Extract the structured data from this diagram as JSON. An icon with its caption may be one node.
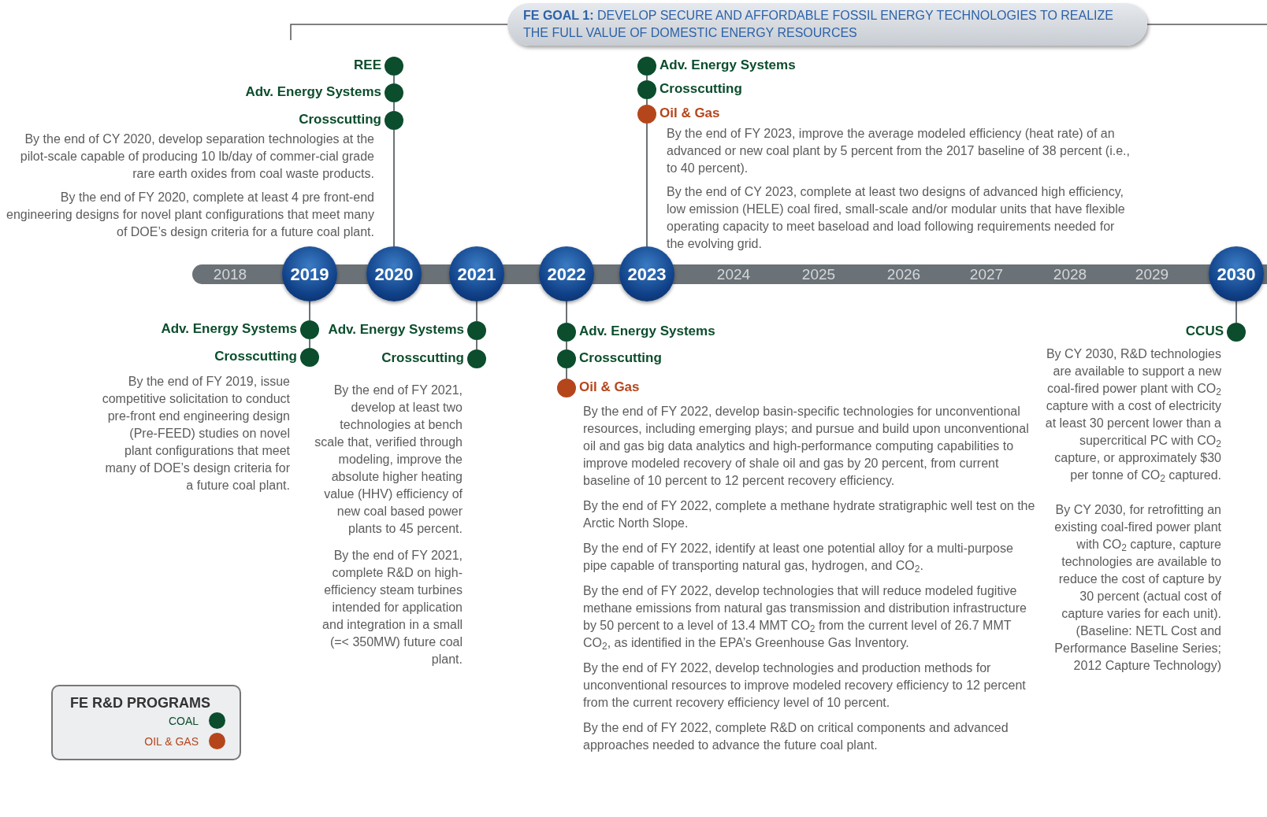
{
  "diagram": {
    "title": "**FE GOAL 1:** DEVELOP SECURE AND AFFORDABLE FOSSIL ENERGY TECHNOLOGIES TO REALIZE THE FULL VALUE OF DOMESTIC ENERGY RESOURCES",
    "nodes": [
      {
        "text": [],
        "shape": "circle",
        "beside": [
          "REE"
        ]
      },
      {
        "text": [],
        "shape": "circle",
        "beside": [
          "Adv. Energy Systems"
        ]
      },
      {
        "text": [],
        "shape": "circle",
        "beside": [
          "Crosscutting",
          "By the end of CY 2020, develop separation technologies at the pilot-scale capable of producing 10 lb/day of commer-cial grade rare earth oxides from coal waste products.",
          "By the end of FY 2020, complete at least 4 pre front-end engineering designs for novel plant configurations that meet many of DOE’s design criteria for a future coal plant."
        ]
      },
      {
        "text": [],
        "shape": "circle",
        "beside": [
          "Adv. Energy Systems"
        ]
      },
      {
        "text": [],
        "shape": "circle",
        "beside": [
          "Crosscutting"
        ]
      },
      {
        "text": [],
        "shape": "circle",
        "beside": [
          "Oil & Gas",
          "By the end of FY 2023, improve the average modeled efficiency (heat rate) of an advanced or new coal plant by 5 percent from the 2017 baseline of 38 percent (i.e., to 40 percent)."
        ]
      },
      {
        "text": [
          "2019"
        ]
      },
      {
        "text": [
          "2020"
        ]
      },
      {
        "text": [
          "2021"
        ]
      },
      {
        "text": [
          "2022"
        ]
      },
      {
        "text": [
          "2023"
        ],
        "beside": [
          "By the end of CY 2023, complete at least two designs of advanced high efficiency, low emission (HELE) coal fired, small-scale and/or modular units that have flexible operating capacity to meet baseload and load following requirements needed for the evolving grid."
        ]
      },
      {
        "text": [
          "2030"
        ]
      },
      {
        "text": [],
        "shape": "circle",
        "beside": [
          "Adv. Energy Systems"
        ]
      },
      {
        "text": [],
        "shape": "circle",
        "beside": [
          "Crosscutting",
          "By the end of FY 2019, issue competitive solicitation to conduct pre-front end engineering design (Pre-FEED) studies on novel plant configurations that meet many of DOE’s design criteria for a future coal plant."
        ]
      },
      {
        "text": [],
        "shape": "circle",
        "beside": [
          "Adv. Energy Systems"
        ]
      },
      {
        "text": [],
        "shape": "circle",
        "beside": [
          "Crosscutting",
          "By the end of FY 2021, develop at least two technologies at bench scale that, verified through modeling, improve the absolute higher heating value (HHV) efficiency of new coal based power plants to 45 percent.",
          "By the end of FY 2021, complete R&D on high-efficiency steam turbines intended for application and integration in a small (=< 350MW) future coal plant."
        ]
      },
      {
        "text": [],
        "shape": "circle",
        "beside": [
          "Adv. Energy Systems"
        ]
      },
      {
        "text": [],
        "shape": "circle",
        "beside": [
          "Crosscutting"
        ]
      },
      {
        "text": [],
        "shape": "circle",
        "beside": [
          "Oil & Gas",
          "By the end of FY 2022, develop basin-specific technologies for unconventional resources, including emerging plays; and pursue and build upon unconventional oil and gas big data analytics and high-performance computing capabilities to improve modeled recovery of shale oil and gas by 20 percent, from current baseline of 10 percent to 12 percent recovery efficiency.",
          "By the end of FY 2022, complete a methane hydrate stratigraphic well test on the Arctic North Slope.",
          "By the end of FY 2022, identify at least one potential alloy for a multi-purpose pipe capable of transporting natural gas, hydrogen, and CO$_{2}$.",
          "By the end of FY 2022, develop technologies that will reduce modeled fugitive methane emissions from natural gas transmission and distribution infrastructure by 50 percent to a level of 13.4 MMT CO$_{2}$ from the current level of 26.7 MMT CO$_{2}$, as identified in the EPA’s Greenhouse Gas Inventory.",
          "By the end of FY 2022, develop technologies and production methods for unconventional resources to improve modeled recovery efficiency to 12 percent from the current recovery efficiency level of 10 percent.",
          "By the end of FY 2022, complete R&D on critical components and advanced approaches needed to advance the future coal plant."
        ]
      },
      {
        "text": [],
        "shape": "circle",
        "beside": [
          "CCUS",
          "By CY 2030, R&D technologies are available to support a new coal-fired power plant with CO$_{2}$ capture with a cost of electricity at least 30 percent lower than a supercritical PC with CO$_{2}$ capture, or approximately $30 per tonne of CO$_{2}$ captured.",
          "By CY 2030, for retrofitting an existing coal-fired power plant with CO$_{2}$ capture, capture technologies are available to reduce the cost of capture by 30 percent (actual cost of capture varies for each unit). (Baseline: NETL Cost and Performance Baseline Series; 2012 Capture Technology)"
        ]
      }
    ],
    "edges": [
      {
        "from": 7,
        "to": 2,
        "arrow": "none"
      },
      {
        "from": 2,
        "to": 1,
        "arrow": "none"
      },
      {
        "from": 1,
        "to": 0,
        "arrow": "none"
      },
      {
        "from": 10,
        "to": 5,
        "arrow": "none"
      },
      {
        "from": 5,
        "to": 4,
        "arrow": "none"
      },
      {
        "from": 4,
        "to": 3,
        "arrow": "none"
      },
      {
        "from": 6,
        "to": 12,
        "arrow": "none"
      },
      {
        "from": 12,
        "to": 13,
        "arrow": "none"
      },
      {
        "from": 8,
        "to": 14,
        "arrow": "none"
      },
      {
        "from": 14,
        "to": 15,
        "arrow": "none"
      },
      {
        "from": 9,
        "to": 16,
        "arrow": "none"
      },
      {
        "from": 16,
        "to": 17,
        "arrow": "none"
      },
      {
        "from": 17,
        "to": 18,
        "arrow": "none"
      },
      {
        "from": 11,
        "to": 19,
        "arrow": "none"
      }
    ],
    "labels": [
      "2018",
      "2024",
      "2025",
      "2026",
      "2027",
      "2028",
      "2029",
      "FE R&D PROGRAMS"
    ],
    "legend": [
      {
        "text": "COAL",
        "color": "#0b4d2c"
      },
      {
        "text": "OIL & GAS",
        "color": "#b5461c"
      }
    ]
  }
}
